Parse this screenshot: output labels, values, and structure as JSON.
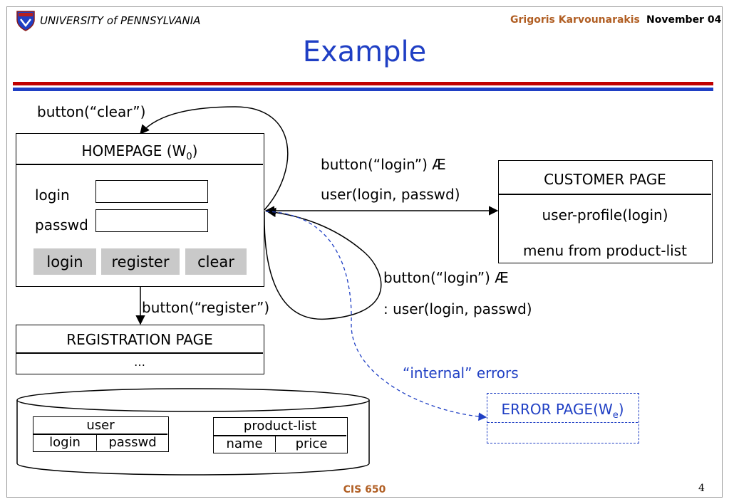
{
  "header": {
    "university": "UNIVERSITY of PENNSYLVANIA",
    "author": "Grigoris Karvounarakis",
    "date": "November 04"
  },
  "title": "Example",
  "homepage": {
    "title_main": "HOMEPAGE (W",
    "title_sub": "0",
    "title_end": ")",
    "login_label": "login",
    "passwd_label": "passwd",
    "buttons": {
      "login": "login",
      "register": "register",
      "clear": "clear"
    }
  },
  "customer_page": {
    "title": "CUSTOMER PAGE",
    "line1": "user-profile(login)",
    "line2": "menu from product-list"
  },
  "registration_page": {
    "title": "REGISTRATION PAGE",
    "body": "…"
  },
  "error_page": {
    "title_main": "ERROR PAGE(W",
    "title_sub": "e",
    "title_end": ")"
  },
  "edges": {
    "clear": "button(“clear”)",
    "login_ok_1": "button(“login”) Æ",
    "login_ok_2": "user(login, passwd)",
    "login_fail_1": "button(“login”) Æ",
    "login_fail_2": ": user(login, passwd)",
    "register": "button(“register”)",
    "internal_errors": "“internal” errors"
  },
  "database": {
    "user_table": {
      "name": "user",
      "columns": [
        "login",
        "passwd"
      ]
    },
    "product_table": {
      "name": "product-list",
      "columns": [
        "name",
        "price"
      ]
    }
  },
  "footer": {
    "course": "CIS 650",
    "page": "4"
  },
  "colors": {
    "title_blue": "#1f3fc4",
    "rule_red": "#c00000",
    "accent_brown": "#b15f24",
    "button_gray": "#c9c9c9"
  }
}
